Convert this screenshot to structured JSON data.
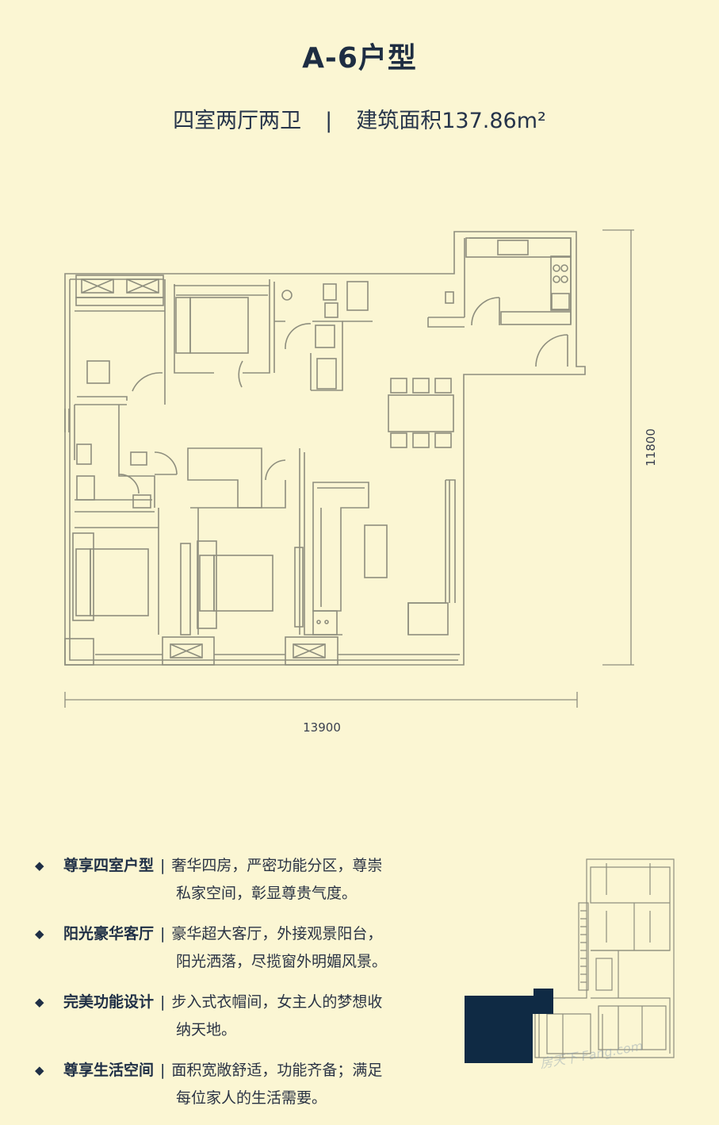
{
  "header": {
    "title": "A-6户型",
    "layout": "四室两厅两卫",
    "separator": "|",
    "area": "建筑面积137.86m²"
  },
  "dimensions": {
    "width_label": "13900",
    "height_label": "11800"
  },
  "features": [
    {
      "name": "尊享四室户型",
      "line1": "奢华四房，严密功能分区，尊崇",
      "line2": "私家空间，彰显尊贵气度。"
    },
    {
      "name": "阳光豪华客厅",
      "line1": "豪华超大客厅，外接观景阳台，",
      "line2": "阳光洒落，尽揽窗外明媚风景。"
    },
    {
      "name": "完美功能设计",
      "line1": "步入式衣帽间，女主人的梦想收",
      "line2": "纳天地。"
    },
    {
      "name": "尊享生活空间",
      "line1": "面积宽敞舒适，功能齐备；满足",
      "line2": "每位家人的生活需要。"
    }
  ],
  "watermark": "房天下 Fang.com",
  "colors": {
    "background": "#fbf6d3",
    "lines": "#8e8e7e",
    "text": "#1e2d42",
    "highlight": "#0f2a44"
  }
}
